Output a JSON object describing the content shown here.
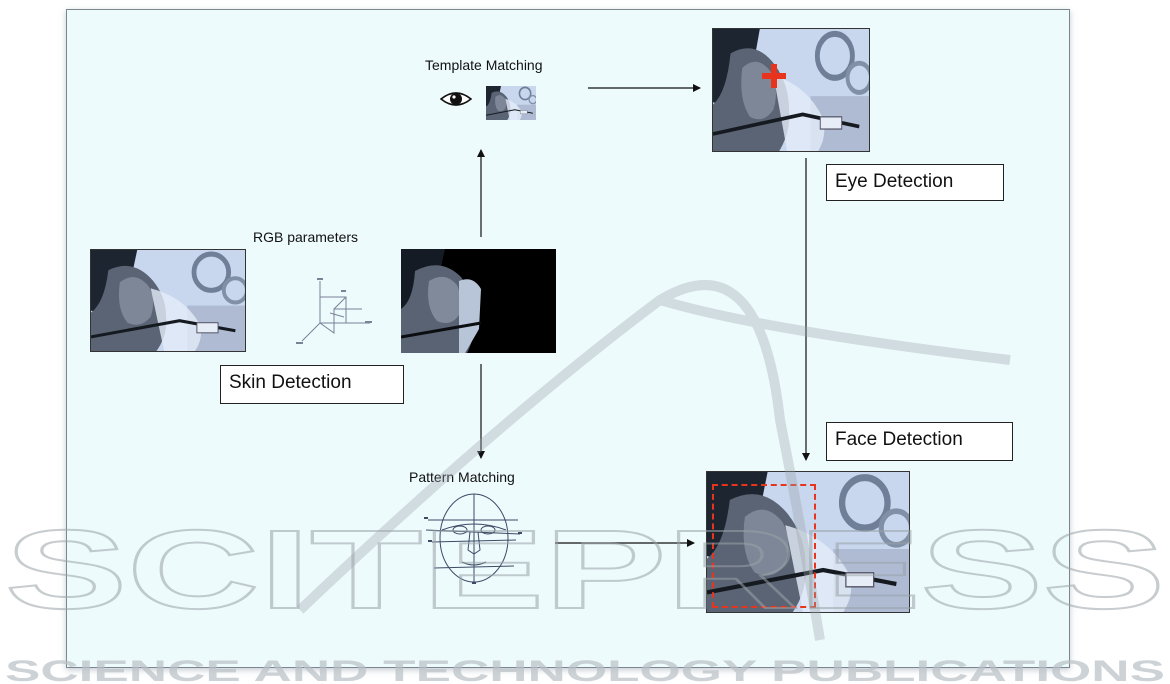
{
  "diagram": {
    "labels": {
      "template_matching": "Template Matching",
      "rgb_parameters": "RGB parameters",
      "pattern_matching": "Pattern Matching"
    },
    "boxes": {
      "skin_detection": "Skin Detection",
      "eye_detection": "Eye Detection",
      "face_detection": "Face Detection"
    },
    "icons": [
      "eye-icon",
      "rgb-axes-icon",
      "face-pattern-icon",
      "crosshair-icon"
    ]
  },
  "watermark": {
    "main": "SCITEPRESS",
    "sub": "SCIENCE AND TECHNOLOGY PUBLICATIONS",
    "color": "#9aa3a8"
  },
  "colors": {
    "panel_bg": "#eefbfd",
    "photo_tint": "#c7d6ee",
    "marker": "#e8341c"
  }
}
